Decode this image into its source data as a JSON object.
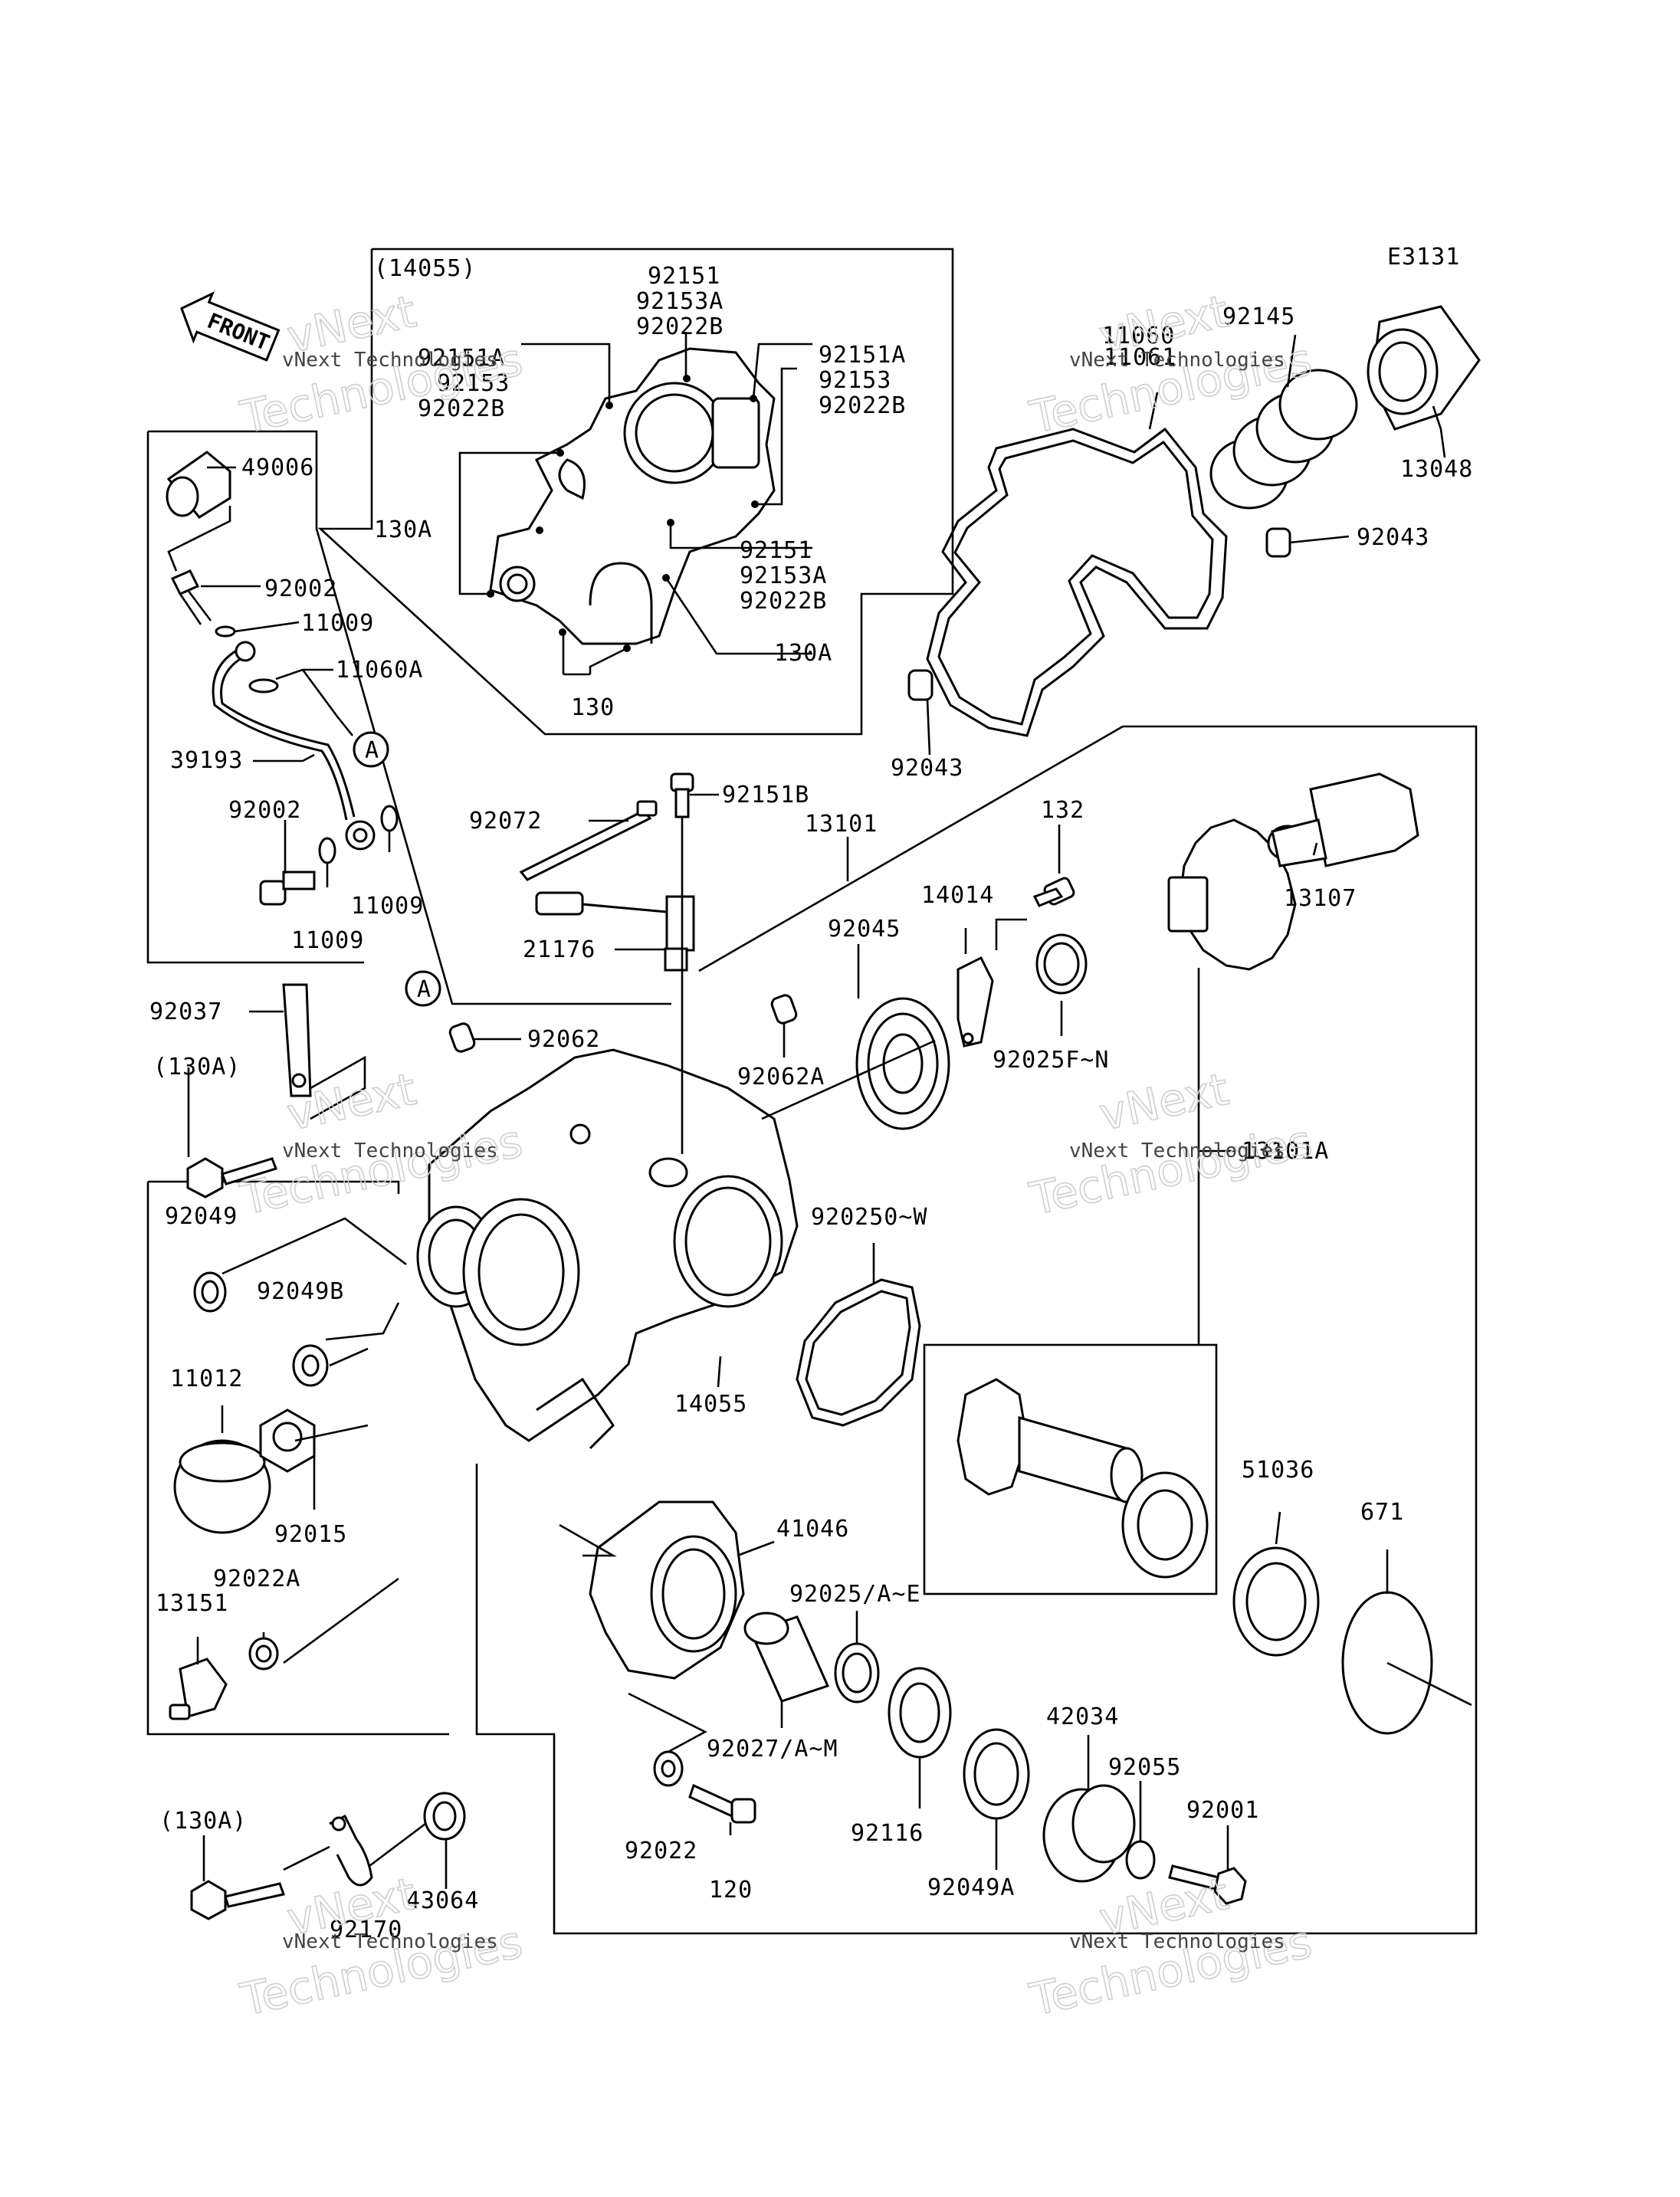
{
  "diagram_code": "E3131",
  "front_label": "FRONT",
  "callout_letter": "A",
  "watermark": {
    "line1": "vNext Technologies",
    "line2": "Technologies",
    "ghost": "vNext"
  },
  "labels": {
    "l14055_top": "(14055)",
    "l92151_a": "92151",
    "l92153A_a": "92153A",
    "l92022B_a": "92022B",
    "l92151A_l": "92151A",
    "l92153_l": "92153",
    "l92022B_l": "92022B",
    "l92151A_r": "92151A",
    "l92153_r": "92153",
    "l92022B_r": "92022B",
    "l130A_l": "130A",
    "l92151_b": "92151",
    "l92153A_b": "92153A",
    "l92022B_b": "92022B",
    "l130A_r": "130A",
    "l130": "130",
    "l11060": "11060",
    "l11061": "11061",
    "l92145": "92145",
    "l13048": "13048",
    "l92043_r": "92043",
    "l92043_l": "92043",
    "l49006": "49006",
    "l92002_a": "92002",
    "l11009_a": "11009",
    "l11060A": "11060A",
    "l39193": "39193",
    "l92002_b": "92002",
    "l11009_b": "11009",
    "l11009_c": "11009",
    "l92151B": "92151B",
    "l92072": "92072",
    "l13101": "13101",
    "l132": "132",
    "l13107": "13107",
    "l14014": "14014",
    "l92045": "92045",
    "l21176": "21176",
    "l92025FN": "92025F~N",
    "l92037": "92037",
    "l92062": "92062",
    "l92062A": "92062A",
    "l130A_p1": "(130A)",
    "l13101A": "13101A",
    "l92049": "92049",
    "l920250W": "920250~W",
    "l92049B": "92049B",
    "l11012": "11012",
    "l14055": "14055",
    "l92015": "92015",
    "l51036": "51036",
    "l671": "671",
    "l41046": "41046",
    "l92022A": "92022A",
    "l13151": "13151",
    "l92025AE": "92025/A~E",
    "l42034": "42034",
    "l92027AM": "92027/A~M",
    "l92055": "92055",
    "l92001": "92001",
    "l130A_p2": "(130A)",
    "l92116": "92116",
    "l92022": "92022",
    "l120": "120",
    "l92049A": "92049A",
    "l43064": "43064",
    "l92170": "92170"
  }
}
